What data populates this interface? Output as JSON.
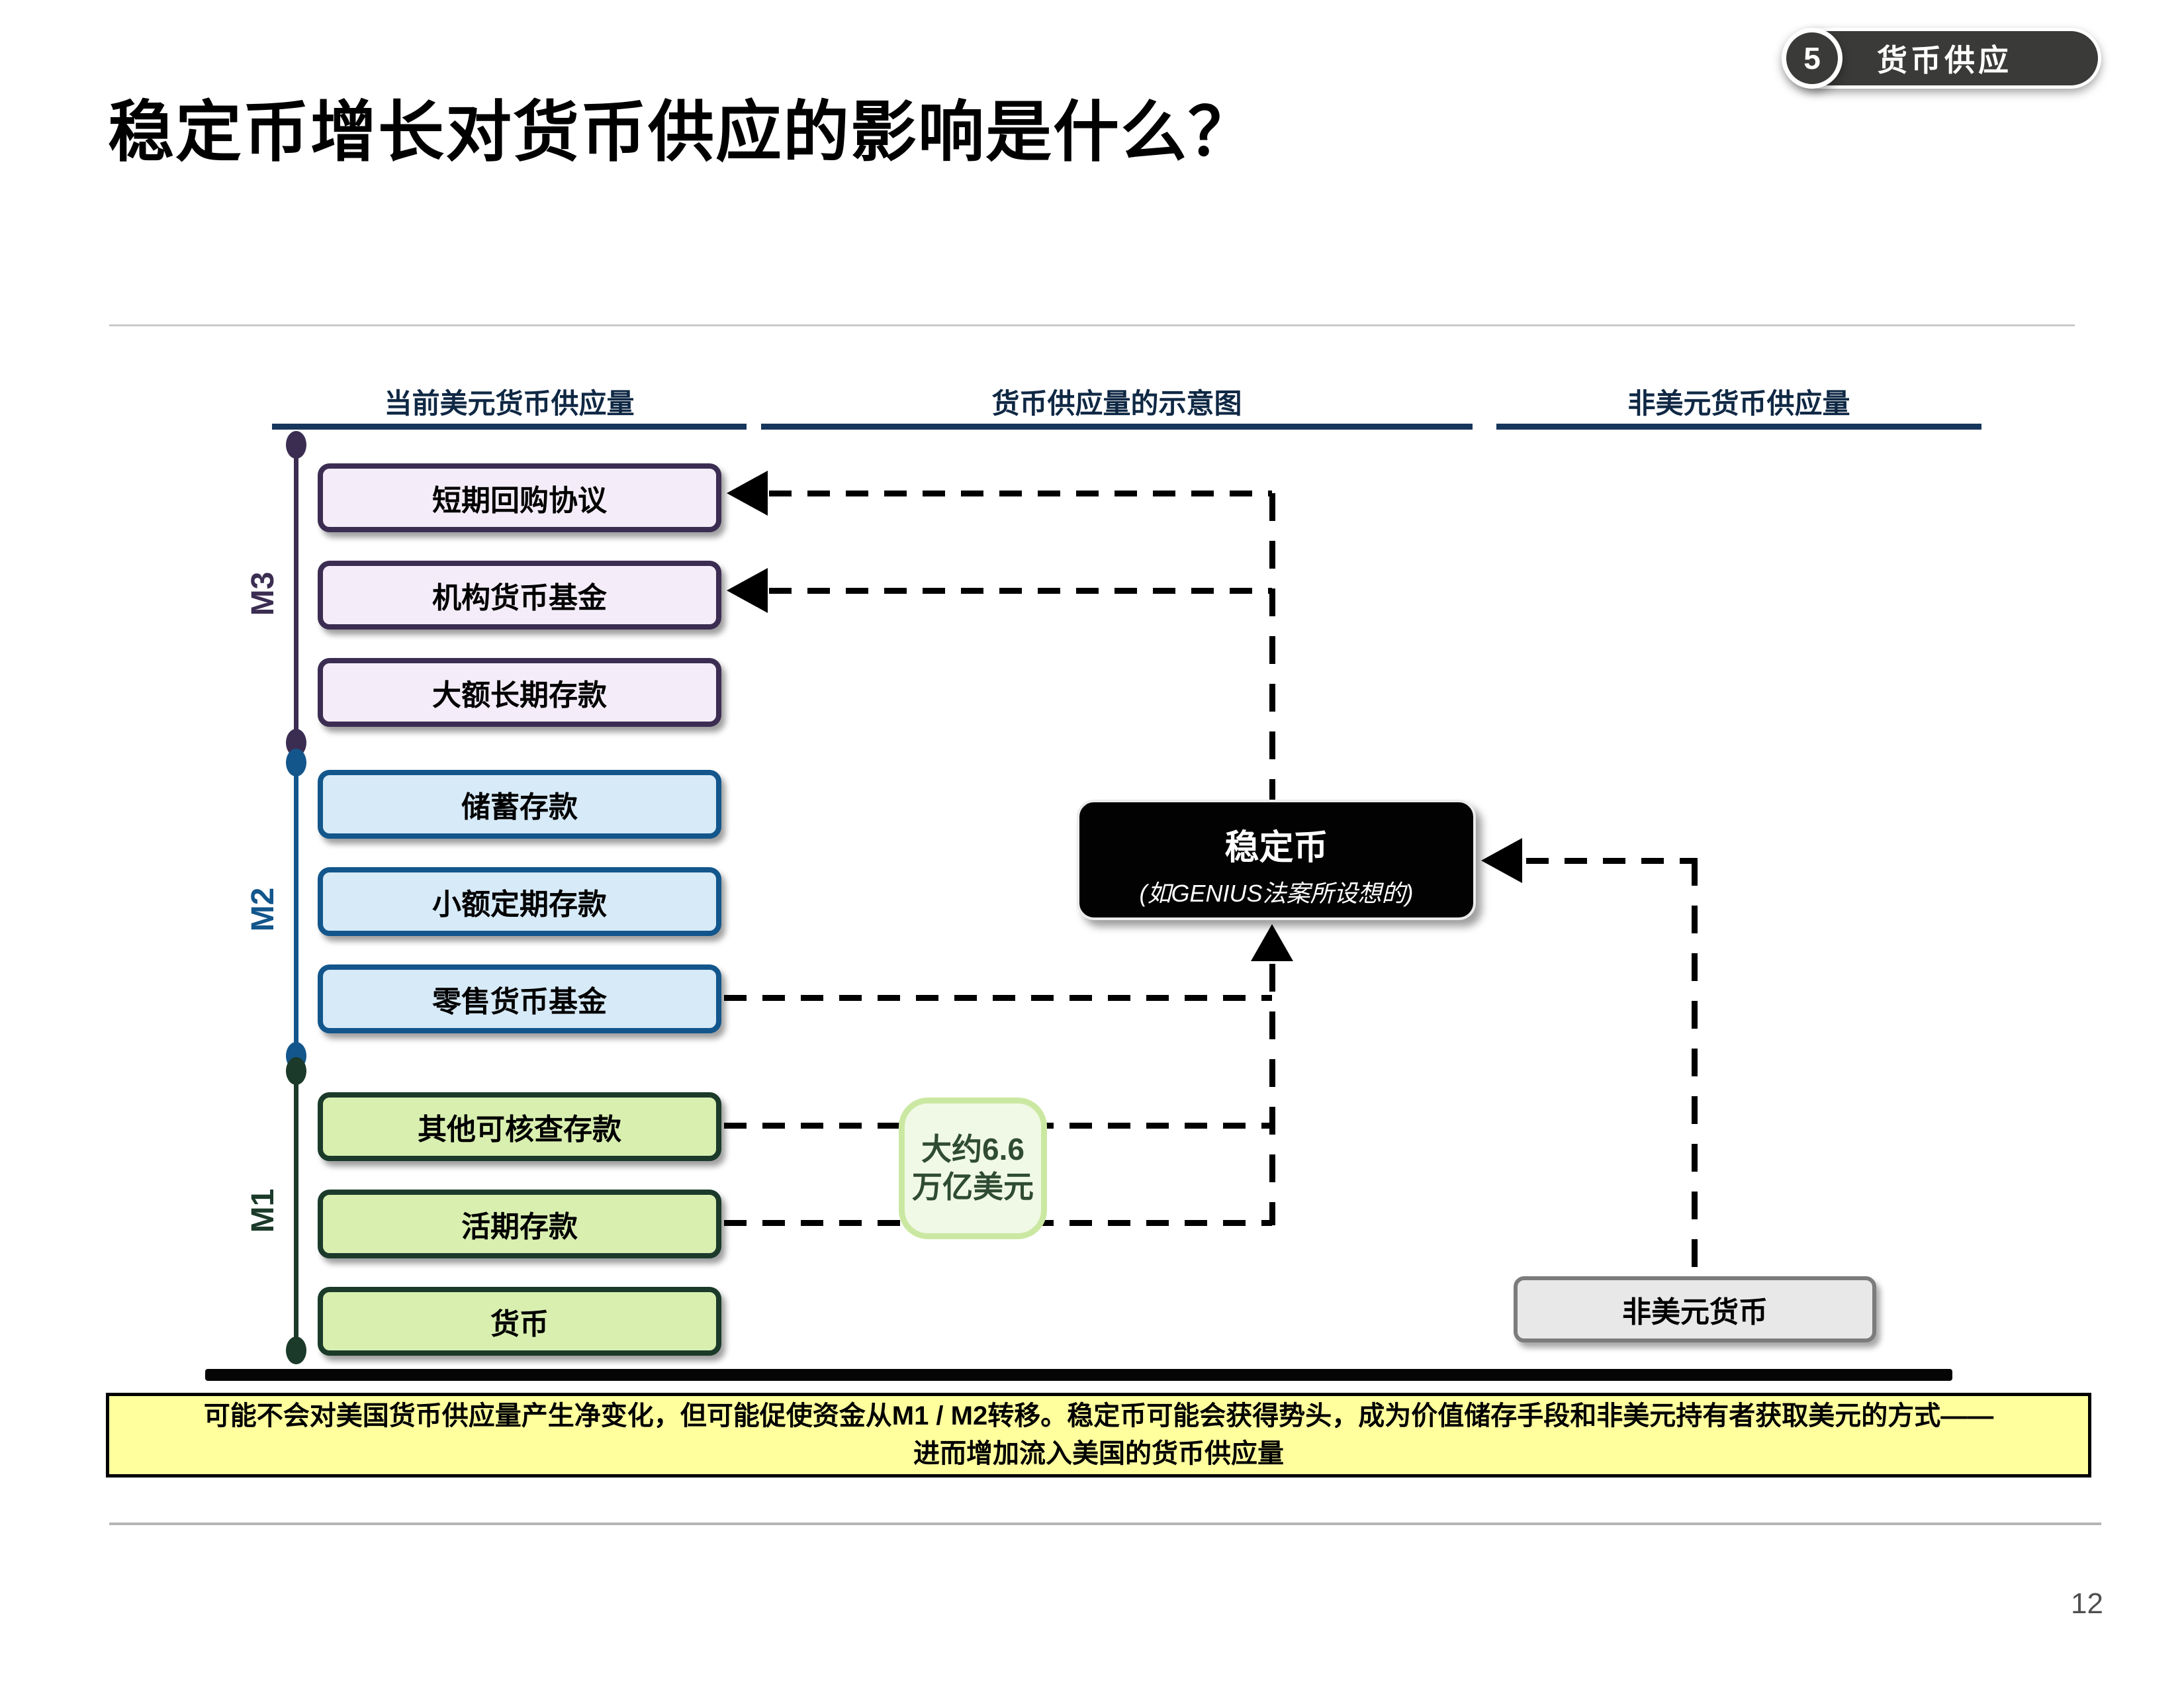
{
  "badge": {
    "number": "5",
    "label": "货币供应"
  },
  "title": "稳定币增长对货币供应的影响是什么？",
  "columns": {
    "left": "当前美元货币供应量",
    "middle": "货币供应量的示意图",
    "right": "非美元货币供应量"
  },
  "groups": [
    {
      "label": "M3",
      "boxes": [
        "短期回购协议",
        "机构货币基金",
        "大额长期存款"
      ]
    },
    {
      "label": "M2",
      "boxes": [
        "储蓄存款",
        "小额定期存款",
        "零售货币基金"
      ]
    },
    {
      "label": "M1",
      "boxes": [
        "其他可核查存款",
        "活期存款",
        "货币"
      ]
    }
  ],
  "stablecoin": {
    "title": "稳定币",
    "subtitle": "(如GENIUS法案所设想的)"
  },
  "approx_box": {
    "line1": "大约6.6",
    "line2": "万亿美元"
  },
  "non_usd_box": {
    "label": "非美元货币"
  },
  "callout": {
    "text": "可能不会对美国货币供应量产生净变化，但可能促使资金从M1 / M2转移。稳定币可能会获得势头，成为价值储存手段和非美元持有者获取美元的方式——进而增加流入美国的货币供应量"
  },
  "page_number": "12",
  "colors": {
    "navy_rule": "#17365d",
    "m3_border": "#3b2d52",
    "m3_fill": "#f4edf9",
    "m2_border": "#12568c",
    "m2_fill": "#d7eaf8",
    "m1_border": "#1b3a2a",
    "m1_fill": "#d9efb0",
    "stablecoin_fill": "#020202",
    "approx_border": "#cbe8a2",
    "approx_fill": "#f0f9e5",
    "approx_text": "#2f4b33",
    "non_usd_fill": "#e8e8e8",
    "non_usd_border": "#7c7c7c",
    "callout_fill": "#ffff9e",
    "badge_fill": "#3a3a38"
  }
}
